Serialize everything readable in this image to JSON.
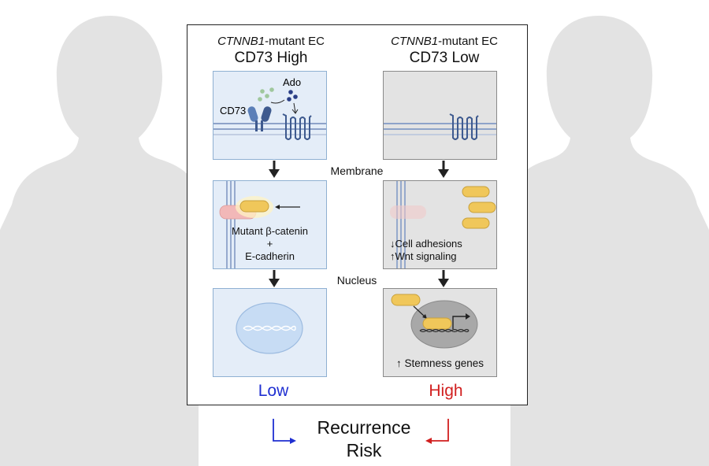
{
  "columns": {
    "left": {
      "gene": "CTNNB1",
      "subtitle_suffix": "-mutant EC",
      "title": "CD73 High"
    },
    "right": {
      "gene": "CTNNB1",
      "subtitle_suffix": "-mutant EC",
      "title": "CD73 Low"
    }
  },
  "compartments": {
    "membrane": "Membrane",
    "nucleus": "Nucleus"
  },
  "left_panels": {
    "membrane": {
      "cd73_label": "CD73",
      "ado_label": "Ado"
    },
    "cytoplasm": {
      "line1": "Mutant β-catenin",
      "line2": "+",
      "line3": "E-cadherin"
    }
  },
  "right_panels": {
    "cytoplasm": {
      "line1": "↓Cell adhesions",
      "line2": "↑Wnt signaling"
    },
    "nucleus": {
      "line1": "↑ Stemness genes"
    }
  },
  "risk": {
    "left": "Low",
    "right": "High",
    "label_line1": "Recurrence",
    "label_line2": "Risk"
  },
  "colors": {
    "low": "#1f2fd1",
    "high": "#d11f1f",
    "silhouette": "#e3e3e3",
    "blue_panel": "#e4edf8",
    "grey_panel": "#e3e3e3",
    "beta_catenin": "#f0c75a",
    "e_cadherin": "#f2b8b8",
    "receptor": "#3e5a8f"
  }
}
